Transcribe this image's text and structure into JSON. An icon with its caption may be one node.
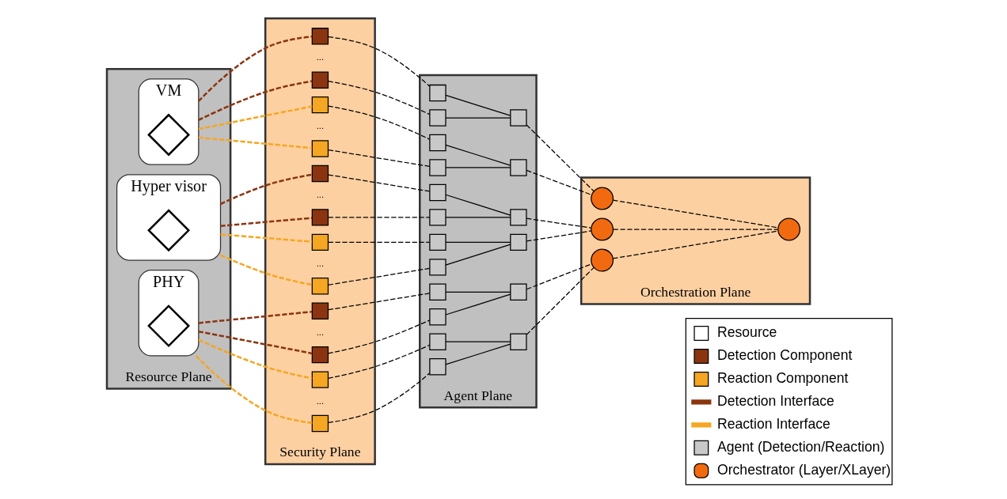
{
  "diagram": {
    "nodes": [
      {
        "text": [
          "Resource Plane"
        ]
      },
      {
        "text": [
          "VM"
        ],
        "in": 0
      },
      {
        "text": [],
        "shape": "diamond",
        "in": 1
      },
      {
        "text": [
          "Hyper visor"
        ],
        "in": 0
      },
      {
        "text": [],
        "shape": "diamond",
        "in": 3
      },
      {
        "text": [
          "PHY"
        ],
        "in": 0
      },
      {
        "text": [],
        "shape": "diamond",
        "in": 5
      },
      {
        "text": [
          "Security Plane"
        ]
      },
      {
        "text": [],
        "shape": "box",
        "in": 7
      },
      {
        "text": [],
        "shape": "box",
        "in": 7
      },
      {
        "text": [],
        "shape": "box",
        "in": 7
      },
      {
        "text": [],
        "shape": "box",
        "in": 7
      },
      {
        "text": [],
        "shape": "box",
        "in": 7
      },
      {
        "text": [],
        "shape": "box",
        "in": 7
      },
      {
        "text": [],
        "shape": "box",
        "in": 7
      },
      {
        "text": [],
        "shape": "box",
        "in": 7
      },
      {
        "text": [],
        "shape": "box",
        "in": 7
      },
      {
        "text": [],
        "shape": "box",
        "in": 7
      },
      {
        "text": [],
        "shape": "box",
        "in": 7
      },
      {
        "text": [],
        "shape": "box",
        "in": 7
      },
      {
        "text": [
          "Agent Plane"
        ]
      },
      {
        "text": [],
        "shape": "box",
        "in": 20
      },
      {
        "text": [],
        "shape": "box",
        "in": 20
      },
      {
        "text": [],
        "shape": "box",
        "in": 20
      },
      {
        "text": [],
        "shape": "box",
        "in": 20
      },
      {
        "text": [],
        "shape": "box",
        "in": 20
      },
      {
        "text": [],
        "shape": "box",
        "in": 20
      },
      {
        "text": [],
        "shape": "box",
        "in": 20
      },
      {
        "text": [],
        "shape": "box",
        "in": 20
      },
      {
        "text": [],
        "shape": "box",
        "in": 20
      },
      {
        "text": [],
        "shape": "box",
        "in": 20
      },
      {
        "text": [],
        "shape": "box",
        "in": 20
      },
      {
        "text": [],
        "shape": "box",
        "in": 20
      },
      {
        "text": [],
        "shape": "box",
        "in": 20
      },
      {
        "text": [],
        "shape": "box",
        "in": 20
      },
      {
        "text": [],
        "shape": "box",
        "in": 20
      },
      {
        "text": [],
        "shape": "box",
        "in": 20
      },
      {
        "text": [],
        "shape": "box",
        "in": 20
      },
      {
        "text": [],
        "shape": "box",
        "in": 20
      },
      {
        "text": [
          "Orchestration Plane"
        ]
      },
      {
        "text": [],
        "shape": "circle",
        "in": 39
      },
      {
        "text": [],
        "shape": "circle",
        "in": 39
      },
      {
        "text": [],
        "shape": "circle",
        "in": 39
      },
      {
        "text": [],
        "shape": "circle",
        "in": 39
      }
    ],
    "edges": [
      {
        "from": 1,
        "to": 8,
        "arrow": "none",
        "style": "dashed",
        "color": "#8b3510"
      },
      {
        "from": 1,
        "to": 9,
        "arrow": "none",
        "style": "dashed",
        "color": "#8b3510"
      },
      {
        "from": 1,
        "to": 10,
        "arrow": "none",
        "style": "dashed",
        "color": "#f5a623"
      },
      {
        "from": 1,
        "to": 11,
        "arrow": "none",
        "style": "dashed",
        "color": "#f5a623"
      },
      {
        "from": 3,
        "to": 12,
        "arrow": "none",
        "style": "dashed",
        "color": "#8b3510"
      },
      {
        "from": 3,
        "to": 13,
        "arrow": "none",
        "style": "dashed",
        "color": "#8b3510"
      },
      {
        "from": 3,
        "to": 14,
        "arrow": "none",
        "style": "dashed",
        "color": "#f5a623"
      },
      {
        "from": 3,
        "to": 15,
        "arrow": "none",
        "style": "dashed",
        "color": "#f5a623"
      },
      {
        "from": 5,
        "to": 16,
        "arrow": "none",
        "style": "dashed",
        "color": "#8b3510"
      },
      {
        "from": 5,
        "to": 17,
        "arrow": "none",
        "style": "dashed",
        "color": "#8b3510"
      },
      {
        "from": 5,
        "to": 18,
        "arrow": "none",
        "style": "dashed",
        "color": "#f5a623"
      },
      {
        "from": 5,
        "to": 19,
        "arrow": "none",
        "style": "dashed",
        "color": "#f5a623"
      },
      {
        "from": 8,
        "to": 21,
        "arrow": "none",
        "style": "dashed"
      },
      {
        "from": 9,
        "to": 22,
        "arrow": "none",
        "style": "dashed"
      },
      {
        "from": 10,
        "to": 24,
        "arrow": "none",
        "style": "dashed"
      },
      {
        "from": 11,
        "to": 25,
        "arrow": "none",
        "style": "dashed"
      },
      {
        "from": 12,
        "to": 27,
        "arrow": "none",
        "style": "dashed"
      },
      {
        "from": 13,
        "to": 28,
        "arrow": "none",
        "style": "dashed"
      },
      {
        "from": 14,
        "to": 30,
        "arrow": "none",
        "style": "dashed"
      },
      {
        "from": 15,
        "to": 31,
        "arrow": "none",
        "style": "dashed"
      },
      {
        "from": 16,
        "to": 33,
        "arrow": "none",
        "style": "dashed"
      },
      {
        "from": 17,
        "to": 34,
        "arrow": "none",
        "style": "dashed"
      },
      {
        "from": 18,
        "to": 36,
        "arrow": "none",
        "style": "dashed"
      },
      {
        "from": 19,
        "to": 37,
        "arrow": "none",
        "style": "dashed"
      },
      {
        "from": 21,
        "to": 23,
        "arrow": "none"
      },
      {
        "from": 22,
        "to": 23,
        "arrow": "none"
      },
      {
        "from": 24,
        "to": 26,
        "arrow": "none"
      },
      {
        "from": 25,
        "to": 26,
        "arrow": "none"
      },
      {
        "from": 27,
        "to": 29,
        "arrow": "none"
      },
      {
        "from": 28,
        "to": 29,
        "arrow": "none"
      },
      {
        "from": 30,
        "to": 32,
        "arrow": "none"
      },
      {
        "from": 31,
        "to": 32,
        "arrow": "none"
      },
      {
        "from": 33,
        "to": 35,
        "arrow": "none"
      },
      {
        "from": 34,
        "to": 35,
        "arrow": "none"
      },
      {
        "from": 36,
        "to": 38,
        "arrow": "none"
      },
      {
        "from": 37,
        "to": 38,
        "arrow": "none"
      },
      {
        "from": 23,
        "to": 40,
        "arrow": "none",
        "style": "dashed"
      },
      {
        "from": 26,
        "to": 40,
        "arrow": "none",
        "style": "dashed"
      },
      {
        "from": 29,
        "to": 41,
        "arrow": "none",
        "style": "dashed"
      },
      {
        "from": 32,
        "to": 41,
        "arrow": "none",
        "style": "dashed"
      },
      {
        "from": 35,
        "to": 43,
        "arrow": "none",
        "style": "dashed"
      },
      {
        "from": 38,
        "to": 43,
        "arrow": "none",
        "style": "dashed"
      },
      {
        "from": 40,
        "to": 42,
        "arrow": "none",
        "style": "dashed"
      },
      {
        "from": 41,
        "to": 42,
        "arrow": "none",
        "style": "dashed"
      },
      {
        "from": 43,
        "to": 42,
        "arrow": "none",
        "style": "dashed"
      }
    ],
    "labels": [
      "...",
      "...",
      "...",
      "...",
      "...",
      "..."
    ],
    "legend": [
      {
        "text": "Resource"
      },
      {
        "text": "Detection Component",
        "color": "#8b3510"
      },
      {
        "text": "Reaction Component",
        "color": "#f5a623"
      },
      {
        "text": "Detection Interface"
      },
      {
        "text": "Reaction Interface"
      },
      {
        "text": "Agent (Detection/Reaction)"
      },
      {
        "text": "Orchestrator (Layer/XLayer)"
      }
    ]
  }
}
